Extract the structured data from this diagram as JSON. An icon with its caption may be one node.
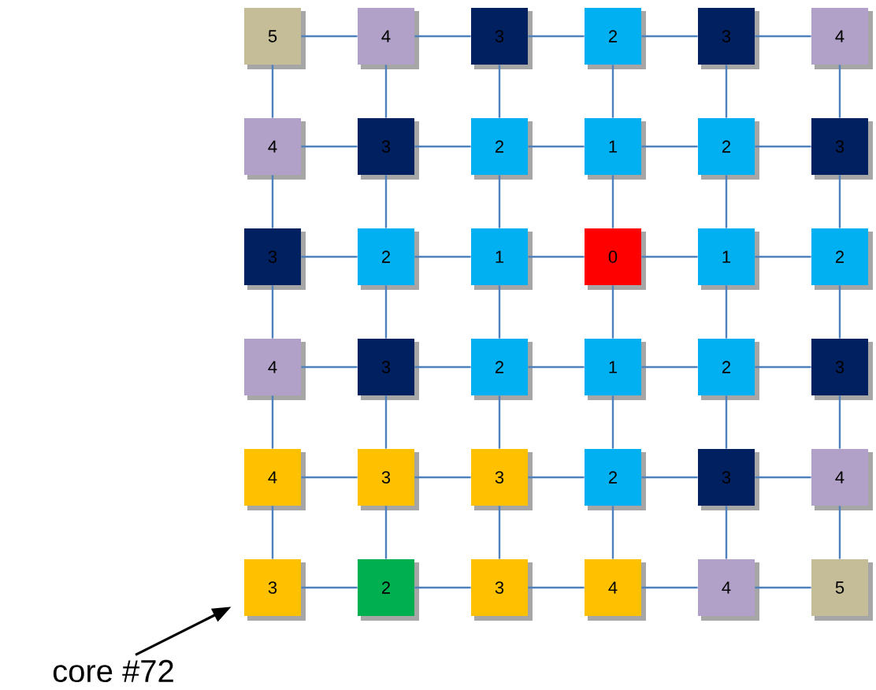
{
  "diagram": {
    "nodes": [
      {
        "text": [
          "5"
        ]
      },
      {
        "text": [
          "4"
        ]
      },
      {
        "text": [
          "3"
        ]
      },
      {
        "text": [
          "2"
        ]
      },
      {
        "text": [
          "3"
        ]
      },
      {
        "text": [
          "4"
        ]
      },
      {
        "text": [
          "4"
        ]
      },
      {
        "text": [
          "3"
        ]
      },
      {
        "text": [
          "2"
        ]
      },
      {
        "text": [
          "1"
        ]
      },
      {
        "text": [
          "2"
        ]
      },
      {
        "text": [
          "3"
        ]
      },
      {
        "text": [
          "3"
        ]
      },
      {
        "text": [
          "2"
        ]
      },
      {
        "text": [
          "1"
        ]
      },
      {
        "text": [
          "0"
        ]
      },
      {
        "text": [
          "1"
        ]
      },
      {
        "text": [
          "2"
        ]
      },
      {
        "text": [
          "4"
        ]
      },
      {
        "text": [
          "3"
        ]
      },
      {
        "text": [
          "2"
        ]
      },
      {
        "text": [
          "1"
        ]
      },
      {
        "text": [
          "2"
        ]
      },
      {
        "text": [
          "3"
        ]
      },
      {
        "text": [
          "4"
        ]
      },
      {
        "text": [
          "3"
        ]
      },
      {
        "text": [
          "3"
        ]
      },
      {
        "text": [
          "2"
        ]
      },
      {
        "text": [
          "3"
        ]
      },
      {
        "text": [
          "4"
        ]
      },
      {
        "text": [
          "3"
        ]
      },
      {
        "text": [
          "2"
        ]
      },
      {
        "text": [
          "3"
        ]
      },
      {
        "text": [
          "4"
        ]
      },
      {
        "text": [
          "4"
        ]
      },
      {
        "text": [
          "5"
        ]
      },
      {
        "text": [
          "core #72"
        ]
      }
    ],
    "edges": [
      {
        "from": 0,
        "to": 1,
        "arrow": "none"
      },
      {
        "from": 1,
        "to": 2,
        "arrow": "none"
      },
      {
        "from": 2,
        "to": 3,
        "arrow": "none"
      },
      {
        "from": 3,
        "to": 4,
        "arrow": "none"
      },
      {
        "from": 4,
        "to": 5,
        "arrow": "none"
      },
      {
        "from": 6,
        "to": 7,
        "arrow": "none"
      },
      {
        "from": 7,
        "to": 8,
        "arrow": "none"
      },
      {
        "from": 8,
        "to": 9,
        "arrow": "none"
      },
      {
        "from": 9,
        "to": 10,
        "arrow": "none"
      },
      {
        "from": 10,
        "to": 11,
        "arrow": "none"
      },
      {
        "from": 12,
        "to": 13,
        "arrow": "none"
      },
      {
        "from": 13,
        "to": 14,
        "arrow": "none"
      },
      {
        "from": 14,
        "to": 15,
        "arrow": "none"
      },
      {
        "from": 15,
        "to": 16,
        "arrow": "none"
      },
      {
        "from": 16,
        "to": 17,
        "arrow": "none"
      },
      {
        "from": 18,
        "to": 19,
        "arrow": "none"
      },
      {
        "from": 19,
        "to": 20,
        "arrow": "none"
      },
      {
        "from": 20,
        "to": 21,
        "arrow": "none"
      },
      {
        "from": 21,
        "to": 22,
        "arrow": "none"
      },
      {
        "from": 22,
        "to": 23,
        "arrow": "none"
      },
      {
        "from": 24,
        "to": 25,
        "arrow": "none"
      },
      {
        "from": 25,
        "to": 26,
        "arrow": "none"
      },
      {
        "from": 26,
        "to": 27,
        "arrow": "none"
      },
      {
        "from": 27,
        "to": 28,
        "arrow": "none"
      },
      {
        "from": 28,
        "to": 29,
        "arrow": "none"
      },
      {
        "from": 30,
        "to": 31,
        "arrow": "none"
      },
      {
        "from": 31,
        "to": 32,
        "arrow": "none"
      },
      {
        "from": 32,
        "to": 33,
        "arrow": "none"
      },
      {
        "from": 33,
        "to": 34,
        "arrow": "none"
      },
      {
        "from": 34,
        "to": 35,
        "arrow": "none"
      },
      {
        "from": 0,
        "to": 6,
        "arrow": "none"
      },
      {
        "from": 1,
        "to": 7,
        "arrow": "none"
      },
      {
        "from": 2,
        "to": 8,
        "arrow": "none"
      },
      {
        "from": 3,
        "to": 9,
        "arrow": "none"
      },
      {
        "from": 4,
        "to": 10,
        "arrow": "none"
      },
      {
        "from": 5,
        "to": 11,
        "arrow": "none"
      },
      {
        "from": 6,
        "to": 12,
        "arrow": "none"
      },
      {
        "from": 7,
        "to": 13,
        "arrow": "none"
      },
      {
        "from": 8,
        "to": 14,
        "arrow": "none"
      },
      {
        "from": 9,
        "to": 15,
        "arrow": "none"
      },
      {
        "from": 10,
        "to": 16,
        "arrow": "none"
      },
      {
        "from": 11,
        "to": 17,
        "arrow": "none"
      },
      {
        "from": 12,
        "to": 18,
        "arrow": "none"
      },
      {
        "from": 13,
        "to": 19,
        "arrow": "none"
      },
      {
        "from": 14,
        "to": 20,
        "arrow": "none"
      },
      {
        "from": 15,
        "to": 21,
        "arrow": "none"
      },
      {
        "from": 16,
        "to": 22,
        "arrow": "none"
      },
      {
        "from": 17,
        "to": 23,
        "arrow": "none"
      },
      {
        "from": 18,
        "to": 24,
        "arrow": "none"
      },
      {
        "from": 19,
        "to": 25,
        "arrow": "none"
      },
      {
        "from": 20,
        "to": 26,
        "arrow": "none"
      },
      {
        "from": 21,
        "to": 27,
        "arrow": "none"
      },
      {
        "from": 22,
        "to": 28,
        "arrow": "none"
      },
      {
        "from": 23,
        "to": 29,
        "arrow": "none"
      },
      {
        "from": 24,
        "to": 30,
        "arrow": "none"
      },
      {
        "from": 25,
        "to": 31,
        "arrow": "none"
      },
      {
        "from": 26,
        "to": 32,
        "arrow": "none"
      },
      {
        "from": 27,
        "to": 33,
        "arrow": "none"
      },
      {
        "from": 28,
        "to": 34,
        "arrow": "none"
      },
      {
        "from": 29,
        "to": 35,
        "arrow": "none"
      },
      {
        "from": 36,
        "to": 30,
        "arrow": "to",
        "color": "#000000"
      }
    ]
  }
}
